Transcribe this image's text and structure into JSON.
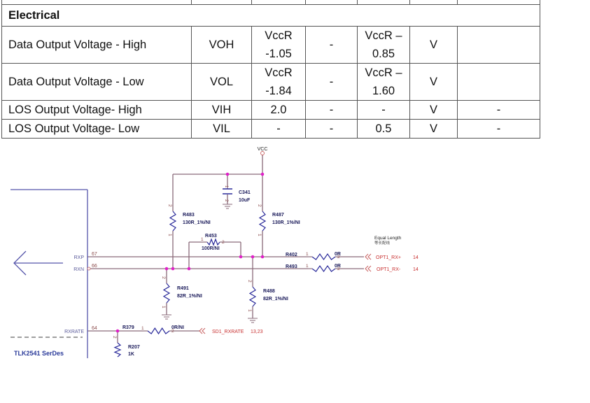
{
  "spec_table": {
    "section_title": "Electrical",
    "rows": [
      {
        "parameter": "Data Output Voltage - High",
        "symbol": "VOH",
        "min_line1": "VccR",
        "min_line2": "-1.05",
        "typ": "-",
        "max_line1": "VccR –",
        "max_line2": "0.85",
        "unit": "V",
        "notes": ""
      },
      {
        "parameter": "Data Output Voltage - Low",
        "symbol": "VOL",
        "min_line1": "VccR",
        "min_line2": "-1.84",
        "typ": "-",
        "max_line1": "VccR –",
        "max_line2": "1.60",
        "unit": "V",
        "notes": ""
      },
      {
        "parameter": "LOS Output Voltage- High",
        "symbol": "VIH",
        "min": "2.0",
        "typ": "-",
        "max": "-",
        "unit": "V",
        "notes": "-"
      },
      {
        "parameter": "LOS Output Voltage- Low",
        "symbol": "VIL",
        "min": "-",
        "typ": "-",
        "max": "0.5",
        "unit": "V",
        "notes": "-"
      }
    ]
  },
  "schematic": {
    "colors": {
      "wire": "#8a6a7a",
      "junction": "#e020c8",
      "component_blue": "#2a2a9a",
      "ic_outline": "#5555aa",
      "net_label_red": "#c83030",
      "text_dark": "#1a1a5a"
    },
    "power": {
      "label": "VCC"
    },
    "ic": {
      "name": "TLK2541 SerDes",
      "pins": [
        {
          "name": "RXP",
          "number": "67"
        },
        {
          "name": "RXN",
          "number": "66"
        },
        {
          "name": "RXRATE",
          "number": "64"
        }
      ]
    },
    "components": {
      "C341": {
        "ref": "C341",
        "value": "10uF",
        "pin1": "1",
        "pin2": "2"
      },
      "R483": {
        "ref": "R483",
        "value": "130R_1%/NI",
        "pin1": "1",
        "pin2": "2"
      },
      "R487": {
        "ref": "R487",
        "value": "130R_1%/NI",
        "pin1": "1",
        "pin2": "2"
      },
      "R453": {
        "ref": "R453",
        "value": "100R/NI",
        "pin1": "1",
        "pin2": "2"
      },
      "R402": {
        "ref": "R402",
        "value": "0R",
        "pin1": "1",
        "pin2": "2"
      },
      "R493": {
        "ref": "R493",
        "value": "0R",
        "pin1": "1",
        "pin2": "2"
      },
      "R491": {
        "ref": "R491",
        "value": "82R_1%/NI",
        "pin1": "1",
        "pin2": "2"
      },
      "R488": {
        "ref": "R488",
        "value": "82R_1%/NI",
        "pin1": "1",
        "pin2": "2"
      },
      "R379": {
        "ref": "R379",
        "value": "0R/NI",
        "pin1": "1",
        "pin2": "2"
      },
      "R207": {
        "ref": "R207",
        "value": "1K",
        "pin2": "2"
      }
    },
    "note": {
      "line1": "Equal Length",
      "line2": "等长配线"
    },
    "net_labels": [
      {
        "name": "OPT1_RX+",
        "page": "14"
      },
      {
        "name": "OPT1_RX-",
        "page": "14"
      },
      {
        "name": "SD1_RXRATE",
        "page": "13,23"
      }
    ]
  }
}
